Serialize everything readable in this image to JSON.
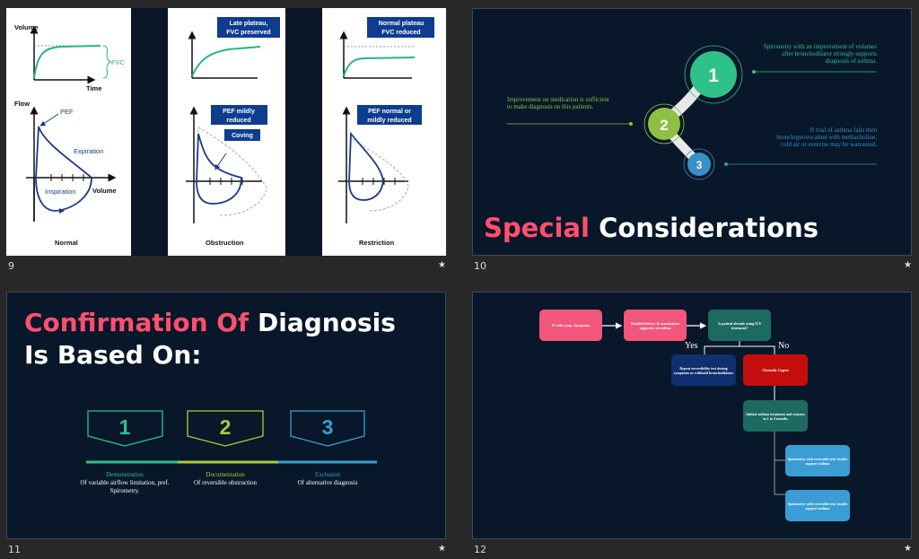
{
  "slides": [
    {
      "number": "9",
      "star": "★"
    },
    {
      "number": "10",
      "star": "★"
    },
    {
      "number": "11",
      "star": "★"
    },
    {
      "number": "12",
      "star": "★"
    }
  ],
  "slide9": {
    "volume": "Volume",
    "time": "Time",
    "fvc": "FVC",
    "flow": "Flow",
    "pef": "PEF",
    "expiration": "Expiration",
    "inspiration": "Inspiration",
    "volume_x": "Volume",
    "normal": "Normal",
    "obstruction": "Obstruction",
    "restriction": "Restriction",
    "late_plateau_1": "Late plateau,",
    "late_plateau_2": "FVC preserved",
    "normal_plateau_1": "Normal plateau",
    "normal_plateau_2": "FVC reduced",
    "pef_mild_1": "PEF mildly",
    "pef_mild_2": "reduced",
    "coving": "Coving",
    "pef_norm_1": "PEF normal or",
    "pef_norm_2": "mildly reduced"
  },
  "slide10": {
    "title_pink": "Special",
    "title_white": " Considerations",
    "n1": "1",
    "n2": "2",
    "n3": "3",
    "text1": "Spirometry with an improvement of volumes after bronchodilator strongly supports diagnosis of asthma.",
    "text2": "Improvement on medication is sufficient to make diagnosis on this patients.",
    "text3": "If trial of asthma fails then bronchoprovocation with methacholine, cold air or exercise may be warranted.",
    "colors": {
      "green": "#2ec28a",
      "lime": "#8fc043",
      "blue": "#3a8fc7"
    }
  },
  "slide11": {
    "title_pink": "Confirmation Of",
    "title_white": " Diagnosis",
    "title_line2": "Is Based On:",
    "items": [
      {
        "num": "1",
        "head": "Demonstration",
        "body": "Of variable airflow limitation, pref. Spirometry."
      },
      {
        "num": "2",
        "head": "Documentation",
        "body": "Of reversible obstruction"
      },
      {
        "num": "3",
        "head": "Exclusion",
        "body": "Of alternative diagnosis"
      }
    ]
  },
  "slide12": {
    "box1": "Pt with symp. Symptoms",
    "box2": "Detailed history & examination suggestive of asthma",
    "box3": "Is patient already using ICS treatment?",
    "yes": "Yes",
    "no": "No",
    "box4": "Repeat reversibility test during symptoms or withhold bronchodilators",
    "box5": "Clinically Urgent",
    "box6": "Initiate asthma treatment and reassess in 1 to 3 months",
    "box7": "Spirometry with reversible test/ results support asthma",
    "box8": "Spirometry with reversible test/ results support asthma"
  }
}
